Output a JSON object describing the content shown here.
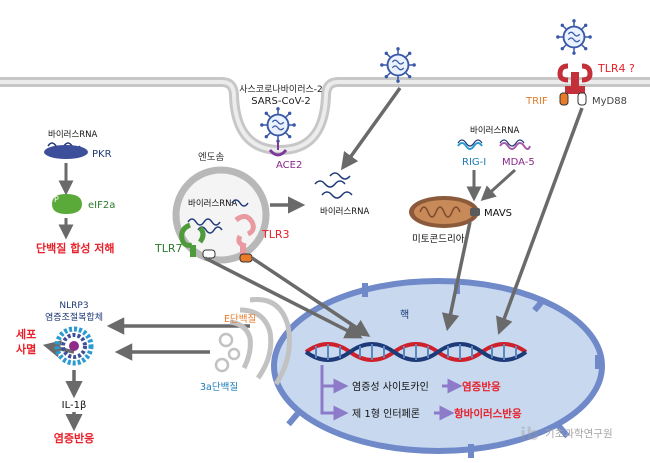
{
  "labels": {
    "sars_kor": "사스코로나바이러스-2",
    "sars_eng": "SARS-CoV-2",
    "ace2": "ACE2",
    "endosome": "엔도솜",
    "viral_rna_endosome": "바이러스RNA",
    "viral_rna_free": "바이러스RNA",
    "viral_rna_pkr": "바이러스RNA",
    "viral_rna_rig": "바이러스RNA",
    "pkr": "PKR",
    "p": "P",
    "eif2a": "eIF2a",
    "protein_inhibition": "단백질 합성 저해",
    "tlr7": "TLR7",
    "tlr3": "TLR3",
    "rig1": "RIG-I",
    "mda5": "MDA-5",
    "mavs": "MAVS",
    "mitochondria": "미토콘드리아",
    "tlr4": "TLR4 ?",
    "trif": "TRIF",
    "myd88": "MyD88",
    "nucleus": "핵",
    "nlrp3_line1": "NLRP3",
    "nlrp3_line2": "염증조절복합체",
    "e_protein": "E단백질",
    "orf3a_protein": "3a단백질",
    "cell_death_line1": "세포",
    "cell_death_line2": "사멸",
    "il1b": "IL-1β",
    "inflammation_left": "염증반응",
    "cytokine": "염증성 사이토카인",
    "inflammation_right": "염증반응",
    "interferon": "제 1형 인터페론",
    "antiviral": "항바이러스반응",
    "watermark": "기초과학연구원"
  },
  "colors": {
    "membrane": "#b9b9b9",
    "nucleus_fill": "#c5d6ee",
    "nucleus_border": "#6f89c9",
    "arrow": "#6a6a6a",
    "purple_arrow": "#8d7bc9",
    "red_text": "#e8202a",
    "green": "#4f9a3a",
    "orange": "#e87b2a",
    "navy": "#1f3a78",
    "purple": "#8a2a8a"
  }
}
